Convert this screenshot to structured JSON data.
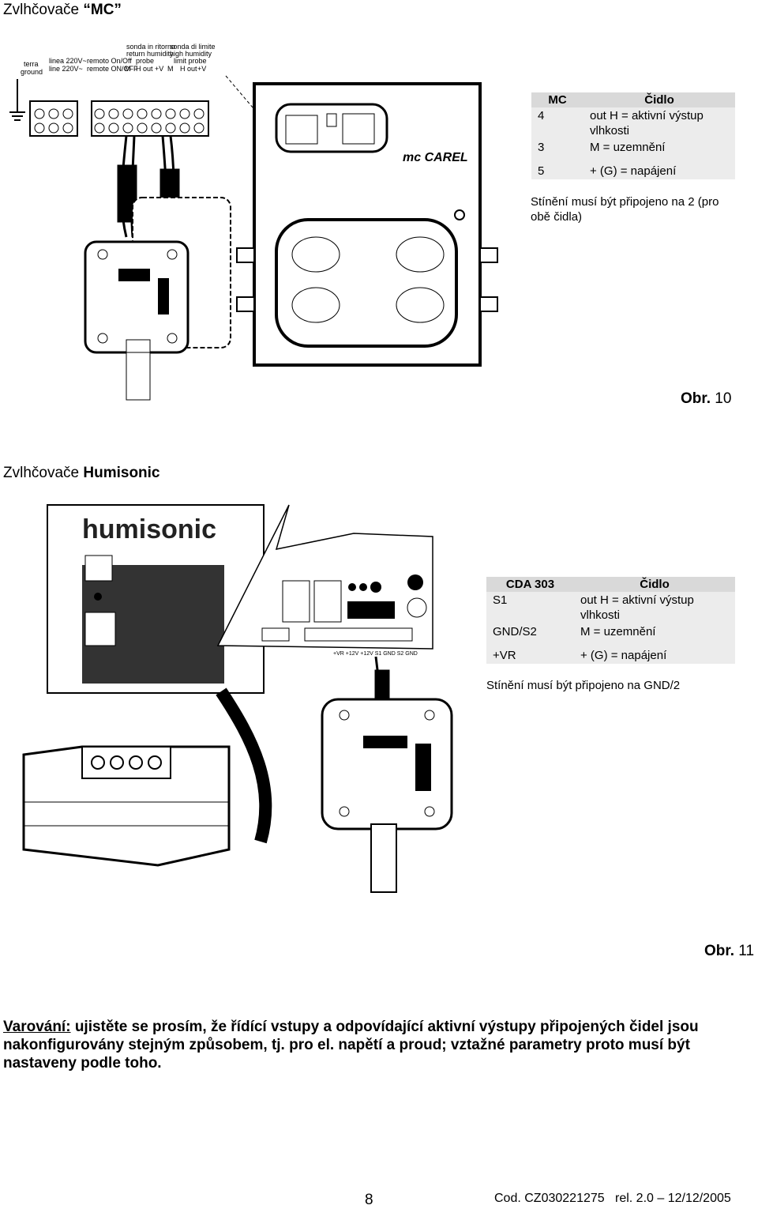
{
  "section1": {
    "title_prefix": "Zvlhčovače ",
    "title_bold": "“MC”",
    "table": {
      "headers": [
        "MC",
        "Čidlo"
      ],
      "rows": [
        {
          "a": "4",
          "b": "out H = aktivní výstup vlhkosti"
        },
        {
          "a": "3",
          "b": "M = uzemnění"
        },
        {
          "a": "5",
          "b": "+ (G) = napájení"
        }
      ]
    },
    "note": "Stínění musí být připojeno na 2 (pro obě čidla)",
    "terminal_labels": {
      "terra": "terra ground",
      "linea": "linea 220V~ line 220V~",
      "remoto": "remoto On/Off remote ON/OFF",
      "sonda1": "sonda in ritorno return humidity probe",
      "sonda2": "sonda di limite high humidity limit probe",
      "pin_m": "M",
      "pin_hout": "H out",
      "pin_v": "+V"
    },
    "logo": "mc CAREL",
    "figure_label": "Obr.",
    "figure_num": "10"
  },
  "section2": {
    "title_prefix": "Zvlhčovače ",
    "title_bold": "Humisonic",
    "brand": "humisonic",
    "table": {
      "headers": [
        "CDA 303",
        "Čidlo"
      ],
      "rows": [
        {
          "a": "S1",
          "b": "out H = aktivní výstup vlhkosti"
        },
        {
          "a": "GND/S2",
          "b": "M = uzemnění"
        },
        {
          "a": "+VR",
          "b": "+ (G) = napájení"
        }
      ]
    },
    "note": "Stínění musí být připojeno na GND/2",
    "board_labels": "+VR +12V +12V S1 GND S2 GND",
    "figure_label": "Obr.",
    "figure_num": "11"
  },
  "warning": {
    "label": "Varování:",
    "text": " ujistěte se prosím, že řídící vstupy a odpovídající aktivní výstupy připojených čidel jsou nakonfigurovány stejným způsobem, tj. pro el. napětí a proud; vztažné parametry proto musí být nastaveny podle toho."
  },
  "footer": {
    "page": "8",
    "code": "Cod. CZ030221275   rel. 2.0 – 12/12/2005"
  }
}
